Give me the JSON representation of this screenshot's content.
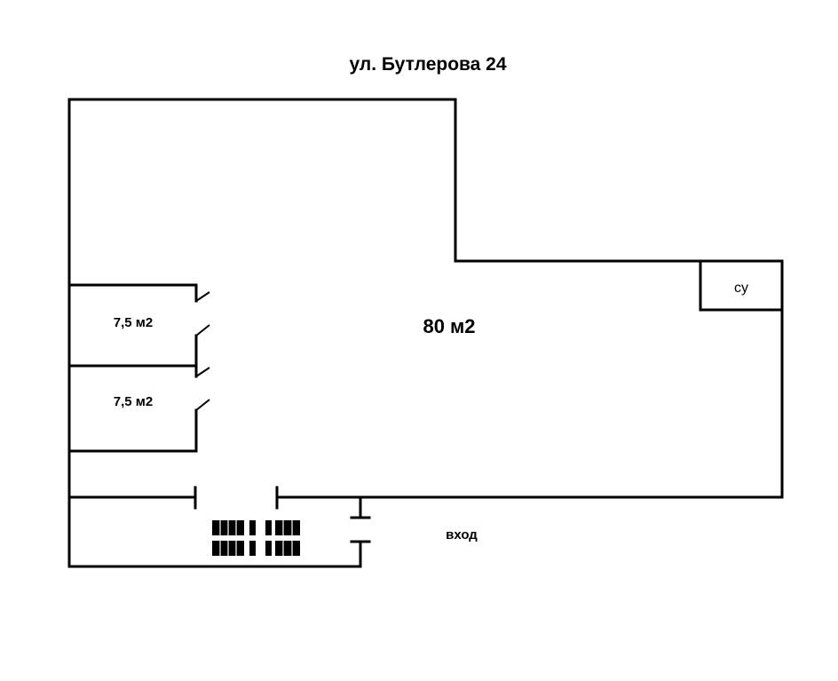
{
  "title": "ул. Бутлерова 24",
  "rooms": {
    "main_area": "80 м2",
    "room_1": "7,5 м2",
    "room_2": "7,5 м2",
    "bathroom": "су"
  },
  "entrance_label": "вход",
  "icons": {
    "stairs": "stairs-icon"
  }
}
